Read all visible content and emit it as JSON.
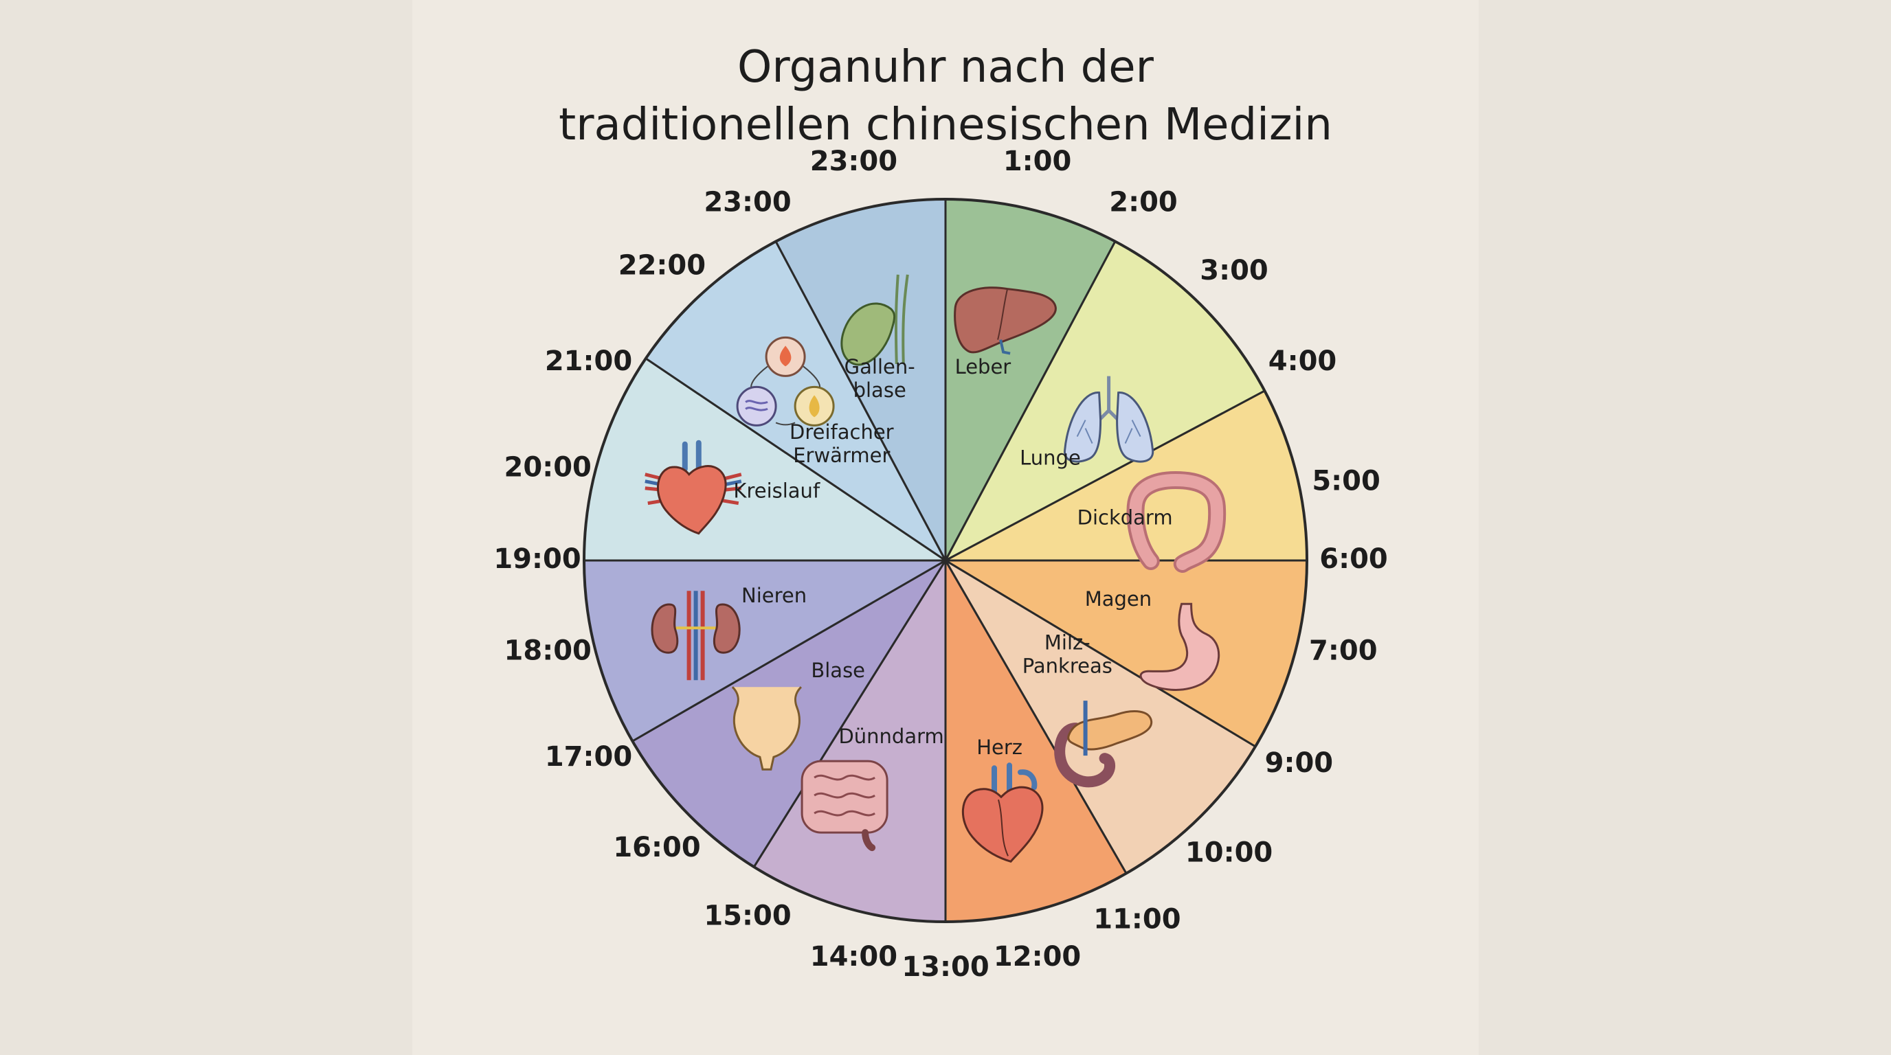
{
  "title": {
    "line1": "Organuhr nach der",
    "line2": "traditionellen chinesischen Medizin"
  },
  "times": [
    "23:00",
    "1:00",
    "2:00",
    "3:00",
    "4:00",
    "5:00",
    "6:00",
    "7:00",
    "9:00",
    "10:00",
    "11:00",
    "12:00",
    "13:00",
    "14:00",
    "15:00",
    "16:00",
    "17:00",
    "18:00",
    "19:00",
    "20:00",
    "21:00",
    "22:00",
    "23:00"
  ],
  "segments": [
    {
      "label_lines": [
        "Leber"
      ],
      "color": "#9cc196",
      "icon": "liver-icon"
    },
    {
      "label_lines": [
        "Lunge"
      ],
      "color": "#e6ebab",
      "icon": "lungs-icon"
    },
    {
      "label_lines": [
        "Dickdarm"
      ],
      "color": "#f6dc93",
      "icon": "large-intestine-icon"
    },
    {
      "label_lines": [
        "Magen"
      ],
      "color": "#f6bd79",
      "icon": "stomach-icon"
    },
    {
      "label_lines": [
        "Milz-",
        "Pankreas"
      ],
      "color": "#f2d1b4",
      "icon": "pancreas-icon"
    },
    {
      "label_lines": [
        "Herz"
      ],
      "color": "#f3a16c",
      "icon": "heart-icon"
    },
    {
      "label_lines": [
        "Dünndarm"
      ],
      "color": "#c6afcf",
      "icon": "small-intestine-icon"
    },
    {
      "label_lines": [
        "Blase"
      ],
      "color": "#aa9fcf",
      "icon": "bladder-icon"
    },
    {
      "label_lines": [
        "Nieren"
      ],
      "color": "#abadd7",
      "icon": "kidneys-icon"
    },
    {
      "label_lines": [
        "Kreislauf"
      ],
      "color": "#cfe4e8",
      "icon": "circulation-heart-icon"
    },
    {
      "label_lines": [
        "Dreifacher",
        "Erwärmer"
      ],
      "color": "#bcd6e9",
      "icon": "triple-burner-icon"
    },
    {
      "label_lines": [
        "Gallen-",
        "blase"
      ],
      "color": "#adc8df",
      "icon": "gallbladder-icon"
    }
  ]
}
